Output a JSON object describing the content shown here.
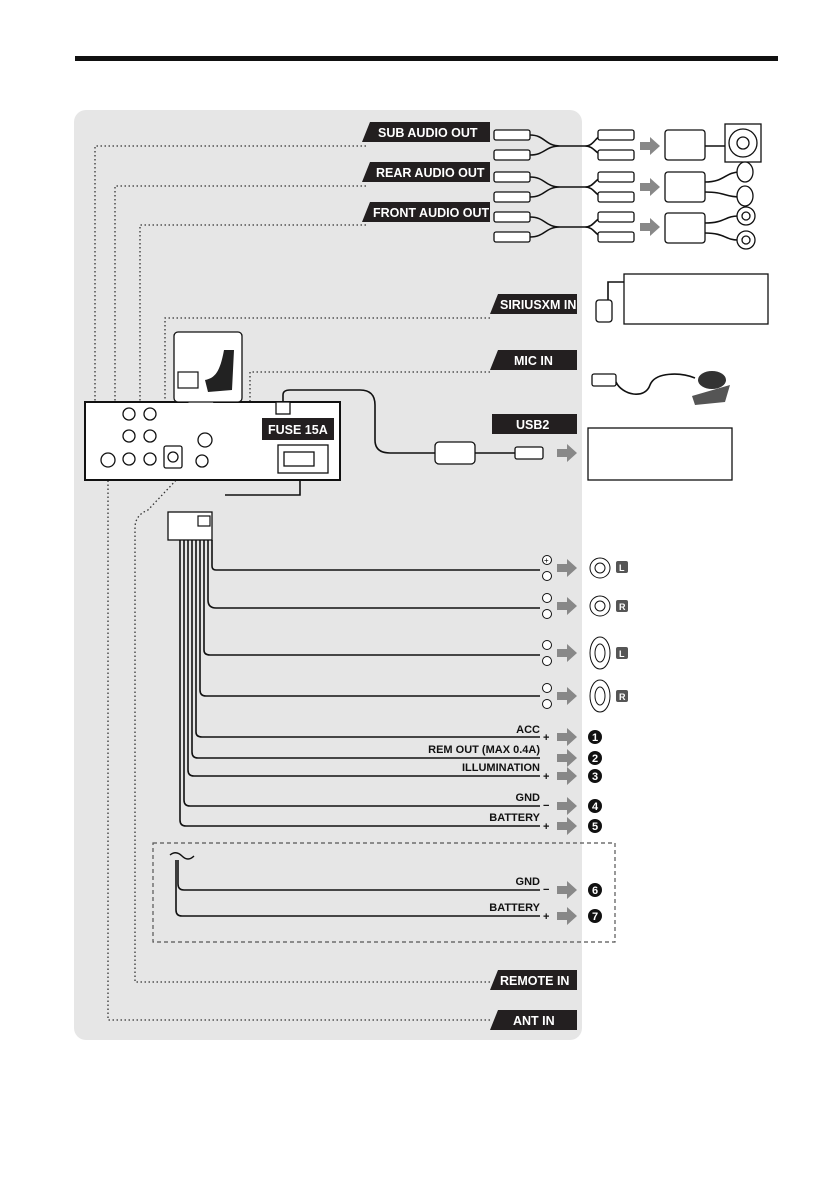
{
  "labels": {
    "sub_audio_out": "SUB AUDIO OUT",
    "rear_audio_out": "REAR AUDIO OUT",
    "front_audio_out": "FRONT AUDIO OUT",
    "siriusxm_in": "SIRIUSXM IN",
    "mic_in": "MIC IN",
    "usb2": "USB2",
    "fuse": "FUSE 15A",
    "remote_in": "REMOTE IN",
    "ant_in": "ANT IN"
  },
  "speaker_outputs": [
    {
      "side": "L"
    },
    {
      "side": "R"
    },
    {
      "side": "L"
    },
    {
      "side": "R"
    }
  ],
  "power_wires": [
    {
      "label": "ACC",
      "polarity": "+",
      "number": "1"
    },
    {
      "label": "REM OUT (MAX 0.4A)",
      "polarity": "",
      "number": "2"
    },
    {
      "label": "ILLUMINATION",
      "polarity": "+",
      "number": "3"
    },
    {
      "label": "GND",
      "polarity": "−",
      "number": "4"
    },
    {
      "label": "BATTERY",
      "polarity": "+",
      "number": "5"
    },
    {
      "label": "GND",
      "polarity": "−",
      "number": "6"
    },
    {
      "label": "BATTERY",
      "polarity": "+",
      "number": "7"
    }
  ],
  "colors": {
    "panel": "#e6e6e6",
    "label_bg": "#231f20",
    "arrow": "#888888"
  }
}
